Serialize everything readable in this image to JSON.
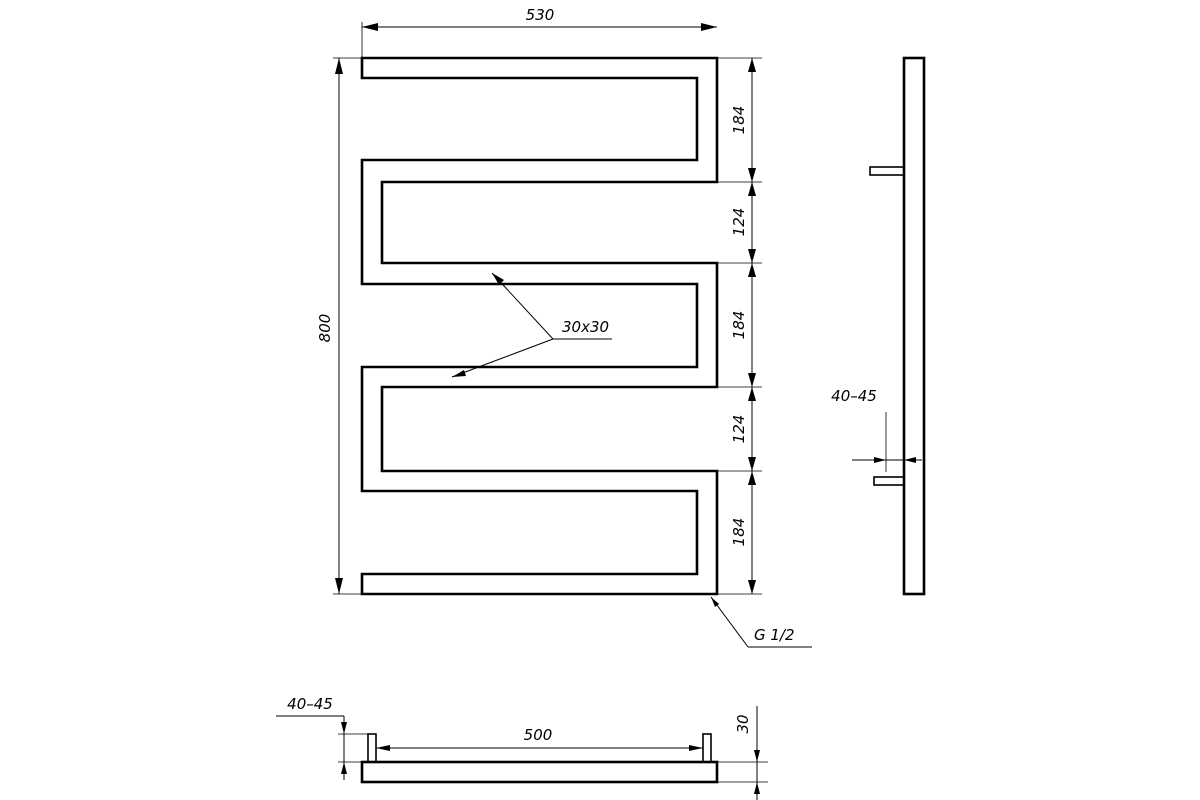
{
  "drawing": {
    "title": "",
    "dimensions": {
      "overall_width": "530",
      "overall_height": "800",
      "segment_1": "184",
      "segment_2": "124",
      "segment_3": "184",
      "segment_4": "124",
      "segment_5": "184",
      "profile_section": "30x30",
      "thread": "G 1/2",
      "side_offset": "40–45",
      "bottom_offset": "40–45",
      "connector_spacing": "500",
      "connector_height": "30"
    }
  }
}
